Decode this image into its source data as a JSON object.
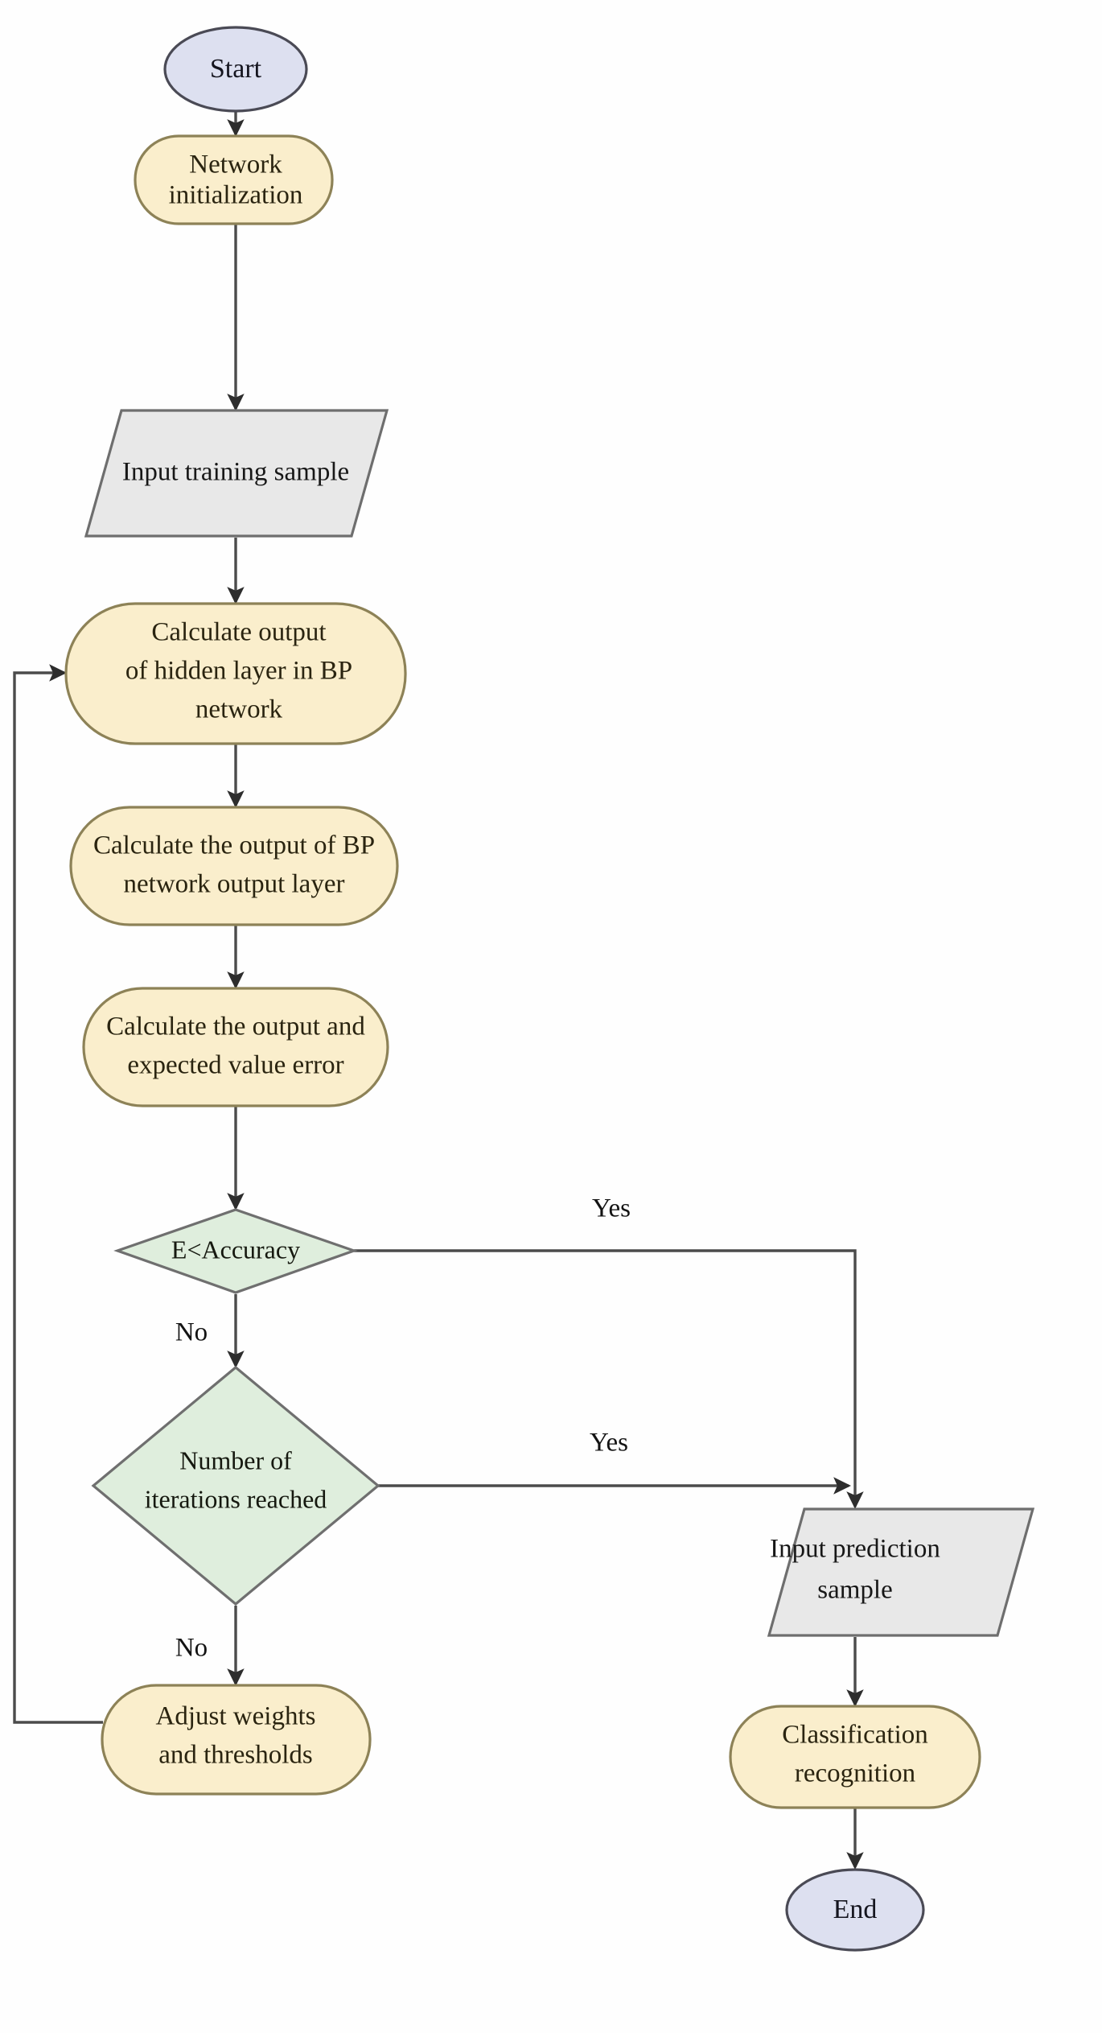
{
  "diagram": {
    "title": "BP neural network training and classification flowchart",
    "colors": {
      "terminator_fill": "#dde0f0",
      "terminator_stroke": "#4a4a55",
      "process_fill": "#faeecc",
      "process_stroke": "#8d8257",
      "io_fill": "#e8e8e8",
      "io_stroke": "#6e6e6e",
      "decision_fill": "#dfeedd",
      "decision_stroke": "#6f6f6f",
      "edge_stroke": "#4b4b4b",
      "background": "#ffffff"
    },
    "nodes": {
      "start": {
        "label": "Start",
        "shape": "ellipse"
      },
      "network_init": {
        "label_line1": "Network",
        "label_line2": "initialization",
        "shape": "rounded-rect"
      },
      "input_training": {
        "label": "Input training sample",
        "shape": "parallelogram"
      },
      "calc_hidden": {
        "label_line1": "Calculate output",
        "label_line2": "of hidden layer in BP",
        "label_line3": "network",
        "shape": "rounded-rect"
      },
      "calc_output_layer": {
        "label_line1": "Calculate the output of BP",
        "label_line2": "network output layer",
        "shape": "rounded-rect"
      },
      "calc_error": {
        "label_line1": "Calculate the output and",
        "label_line2": "expected value error",
        "shape": "rounded-rect"
      },
      "decision_accuracy": {
        "label": "E<Accuracy",
        "shape": "diamond"
      },
      "decision_iterations": {
        "label_line1": "Number of",
        "label_line2": "iterations reached",
        "shape": "diamond"
      },
      "adjust_weights": {
        "label_line1": "Adjust weights",
        "label_line2": "and thresholds",
        "shape": "rounded-rect"
      },
      "input_prediction": {
        "label_line1": "Input prediction",
        "label_line2": "sample",
        "shape": "parallelogram"
      },
      "classification": {
        "label_line1": "Classification",
        "label_line2": "recognition",
        "shape": "rounded-rect"
      },
      "end": {
        "label": "End",
        "shape": "ellipse"
      }
    },
    "edge_labels": {
      "accuracy_yes": "Yes",
      "accuracy_no": "No",
      "iterations_yes": "Yes",
      "iterations_no": "No"
    }
  }
}
